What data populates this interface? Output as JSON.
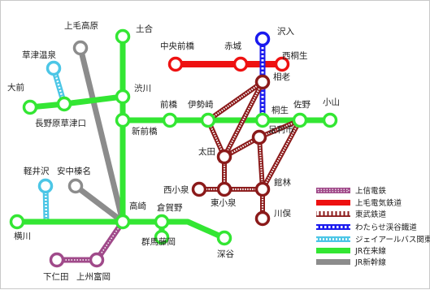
{
  "colors": {
    "jr_conventional": "#33e633",
    "jr_shinkansen": "#8c8c8c",
    "joshin": "#a04a8a",
    "jomo": "#ee1111",
    "tobu": "#8b1a1a",
    "watarase": "#1a1aee",
    "jr_bus": "#4cc6e6"
  },
  "legend": [
    {
      "key": "joshin",
      "label": "上信電鉄"
    },
    {
      "key": "jomo",
      "label": "上毛電気鉄道"
    },
    {
      "key": "tobu",
      "label": "東武鉄道"
    },
    {
      "key": "watarase",
      "label": "わたらせ渓谷鐵道"
    },
    {
      "key": "jr_bus",
      "label": "ジェイアールバス関東"
    },
    {
      "key": "jr_conventional",
      "label": "JR在来線"
    },
    {
      "key": "jr_shinkansen",
      "label": "JR新幹線"
    }
  ],
  "stations": [
    {
      "id": "kamimokogen",
      "name": "上毛高原",
      "line": "jr_shinkansen"
    },
    {
      "id": "doai",
      "name": "土合",
      "line": "jr_conventional"
    },
    {
      "id": "kusatsu_onsen",
      "name": "草津温泉",
      "line": "jr_bus"
    },
    {
      "id": "omae",
      "name": "大前",
      "line": "jr_conventional"
    },
    {
      "id": "naganohara",
      "name": "長野原草津口",
      "line": "jr_conventional"
    },
    {
      "id": "shibukawa",
      "name": "渋川",
      "line": "jr_conventional"
    },
    {
      "id": "chuo_maebashi",
      "name": "中央前橋",
      "line": "jomo"
    },
    {
      "id": "akagi",
      "name": "赤城",
      "line": "jomo"
    },
    {
      "id": "nishikiryu",
      "name": "西桐生",
      "line": "jomo"
    },
    {
      "id": "soi",
      "name": "沢入",
      "line": "watarase"
    },
    {
      "id": "aioi",
      "name": "相老",
      "line": "tobu"
    },
    {
      "id": "maebashi",
      "name": "前橋",
      "line": "jr_conventional"
    },
    {
      "id": "isesaki",
      "name": "伊勢崎",
      "line": "jr_conventional"
    },
    {
      "id": "kiryu",
      "name": "桐生",
      "line": "jr_conventional"
    },
    {
      "id": "sano",
      "name": "佐野",
      "line": "jr_conventional"
    },
    {
      "id": "oyama",
      "name": "小山",
      "line": "jr_conventional"
    },
    {
      "id": "shinmaebashi",
      "name": "新前橋",
      "line": "jr_conventional"
    },
    {
      "id": "ashikagashi",
      "name": "足利市",
      "line": "tobu"
    },
    {
      "id": "ota",
      "name": "太田",
      "line": "tobu"
    },
    {
      "id": "nishikoizumi",
      "name": "西小泉",
      "line": "tobu"
    },
    {
      "id": "higashikoizumi",
      "name": "東小泉",
      "line": "tobu"
    },
    {
      "id": "tatebayashi",
      "name": "館林",
      "line": "tobu"
    },
    {
      "id": "kawamata",
      "name": "川俣",
      "line": "tobu"
    },
    {
      "id": "karuizawa",
      "name": "軽井沢",
      "line": "jr_bus"
    },
    {
      "id": "annaka_haruna",
      "name": "安中榛名",
      "line": "jr_shinkansen"
    },
    {
      "id": "takasaki",
      "name": "高崎",
      "line": "jr_conventional"
    },
    {
      "id": "kuragano",
      "name": "倉賀野",
      "line": "jr_conventional"
    },
    {
      "id": "yokokawa",
      "name": "横川",
      "line": "jr_conventional"
    },
    {
      "id": "gunma_fujioka",
      "name": "群馬藤岡",
      "line": "jr_conventional"
    },
    {
      "id": "fukaya",
      "name": "深谷",
      "line": "jr_conventional"
    },
    {
      "id": "shimonita",
      "name": "下仁田",
      "line": "joshin"
    },
    {
      "id": "joshu_tomioka",
      "name": "上州富岡",
      "line": "joshin"
    }
  ]
}
